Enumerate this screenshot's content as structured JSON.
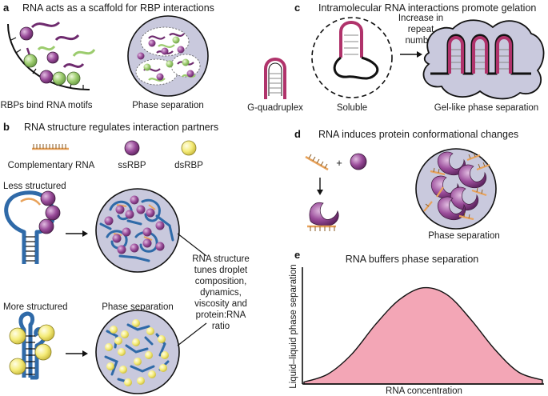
{
  "panel_a": {
    "letter": "a",
    "title": "RNA acts as a scaffold for RBP interactions",
    "left_caption": "RBPs bind RNA motifs",
    "right_caption": "Phase separation"
  },
  "panel_b": {
    "letter": "b",
    "title": "RNA structure regulates interaction partners",
    "legend": {
      "rna": "Complementary RNA",
      "ssrbp": "ssRBP",
      "dsrbp": "dsRBP"
    },
    "less_structured": "Less structured",
    "more_structured": "More structured",
    "phase_separation": "Phase separation",
    "note_lines": [
      "RNA structure",
      "tunes droplet",
      "composition,",
      "dynamics,",
      "viscosity and",
      "protein:RNA",
      "ratio"
    ]
  },
  "panel_c": {
    "letter": "c",
    "title": "Intramolecular RNA interactions promote gelation",
    "arrow_label_lines": [
      "Increase in",
      "repeat",
      "number"
    ],
    "captions": {
      "gquad": "G-quadruplex",
      "soluble": "Soluble",
      "gel": "Gel-like phase separation"
    }
  },
  "panel_d": {
    "letter": "d",
    "title": "RNA induces protein conformational changes",
    "plus": "+",
    "caption": "Phase separation"
  },
  "panel_e": {
    "letter": "e",
    "title": "RNA buffers phase separation",
    "ylabel": "Liquid–liquid phase separation",
    "xlabel": "RNA concentration"
  },
  "colors": {
    "purple": "#8e3f8e",
    "green": "#9ccc6e",
    "yellow": "#f5ec7a",
    "blue": "#2f6aa8",
    "pink": "#f3a6b6",
    "magenta": "#b0336b",
    "droplet": "#c9c9dd",
    "orange": "#e8a25a"
  },
  "chart_data": {
    "type": "area",
    "title": "RNA buffers phase separation",
    "xlabel": "RNA concentration",
    "ylabel": "Liquid–liquid phase separation",
    "x": [
      0,
      0.1,
      0.2,
      0.3,
      0.4,
      0.5,
      0.6,
      0.7,
      0.8,
      0.9,
      1.0
    ],
    "y": [
      0.02,
      0.1,
      0.3,
      0.6,
      0.85,
      0.97,
      0.9,
      0.65,
      0.35,
      0.12,
      0.04
    ],
    "grid": false
  }
}
